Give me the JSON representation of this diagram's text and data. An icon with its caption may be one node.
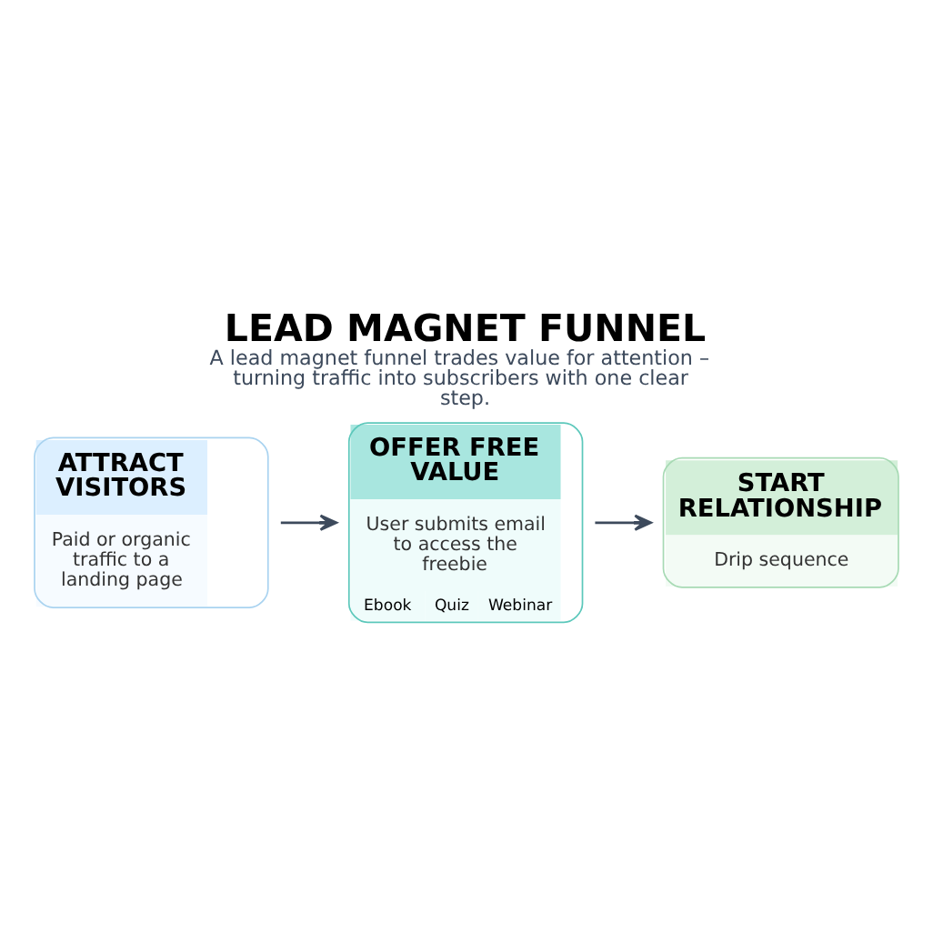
{
  "diagram": {
    "title": "LEAD MAGNET FUNNEL",
    "caption": "A lead magnet funnel trades value for attention – turning traffic into subscribers with one clear step.",
    "nodes": [
      {
        "text": [
          "ATTRACT VISITORS",
          "Paid or organic traffic to a landing page"
        ]
      },
      {
        "text": [
          "OFFER FREE VALUE",
          "User submits email to access the freebie",
          "Ebook",
          "Quiz",
          "Webinar"
        ]
      },
      {
        "text": [
          "START RELATIONSHIP",
          "Drip sequence"
        ]
      }
    ],
    "edges": [
      {
        "from": 0,
        "to": 1,
        "arrow": "to"
      },
      {
        "from": 1,
        "to": 2,
        "arrow": "to"
      }
    ]
  }
}
